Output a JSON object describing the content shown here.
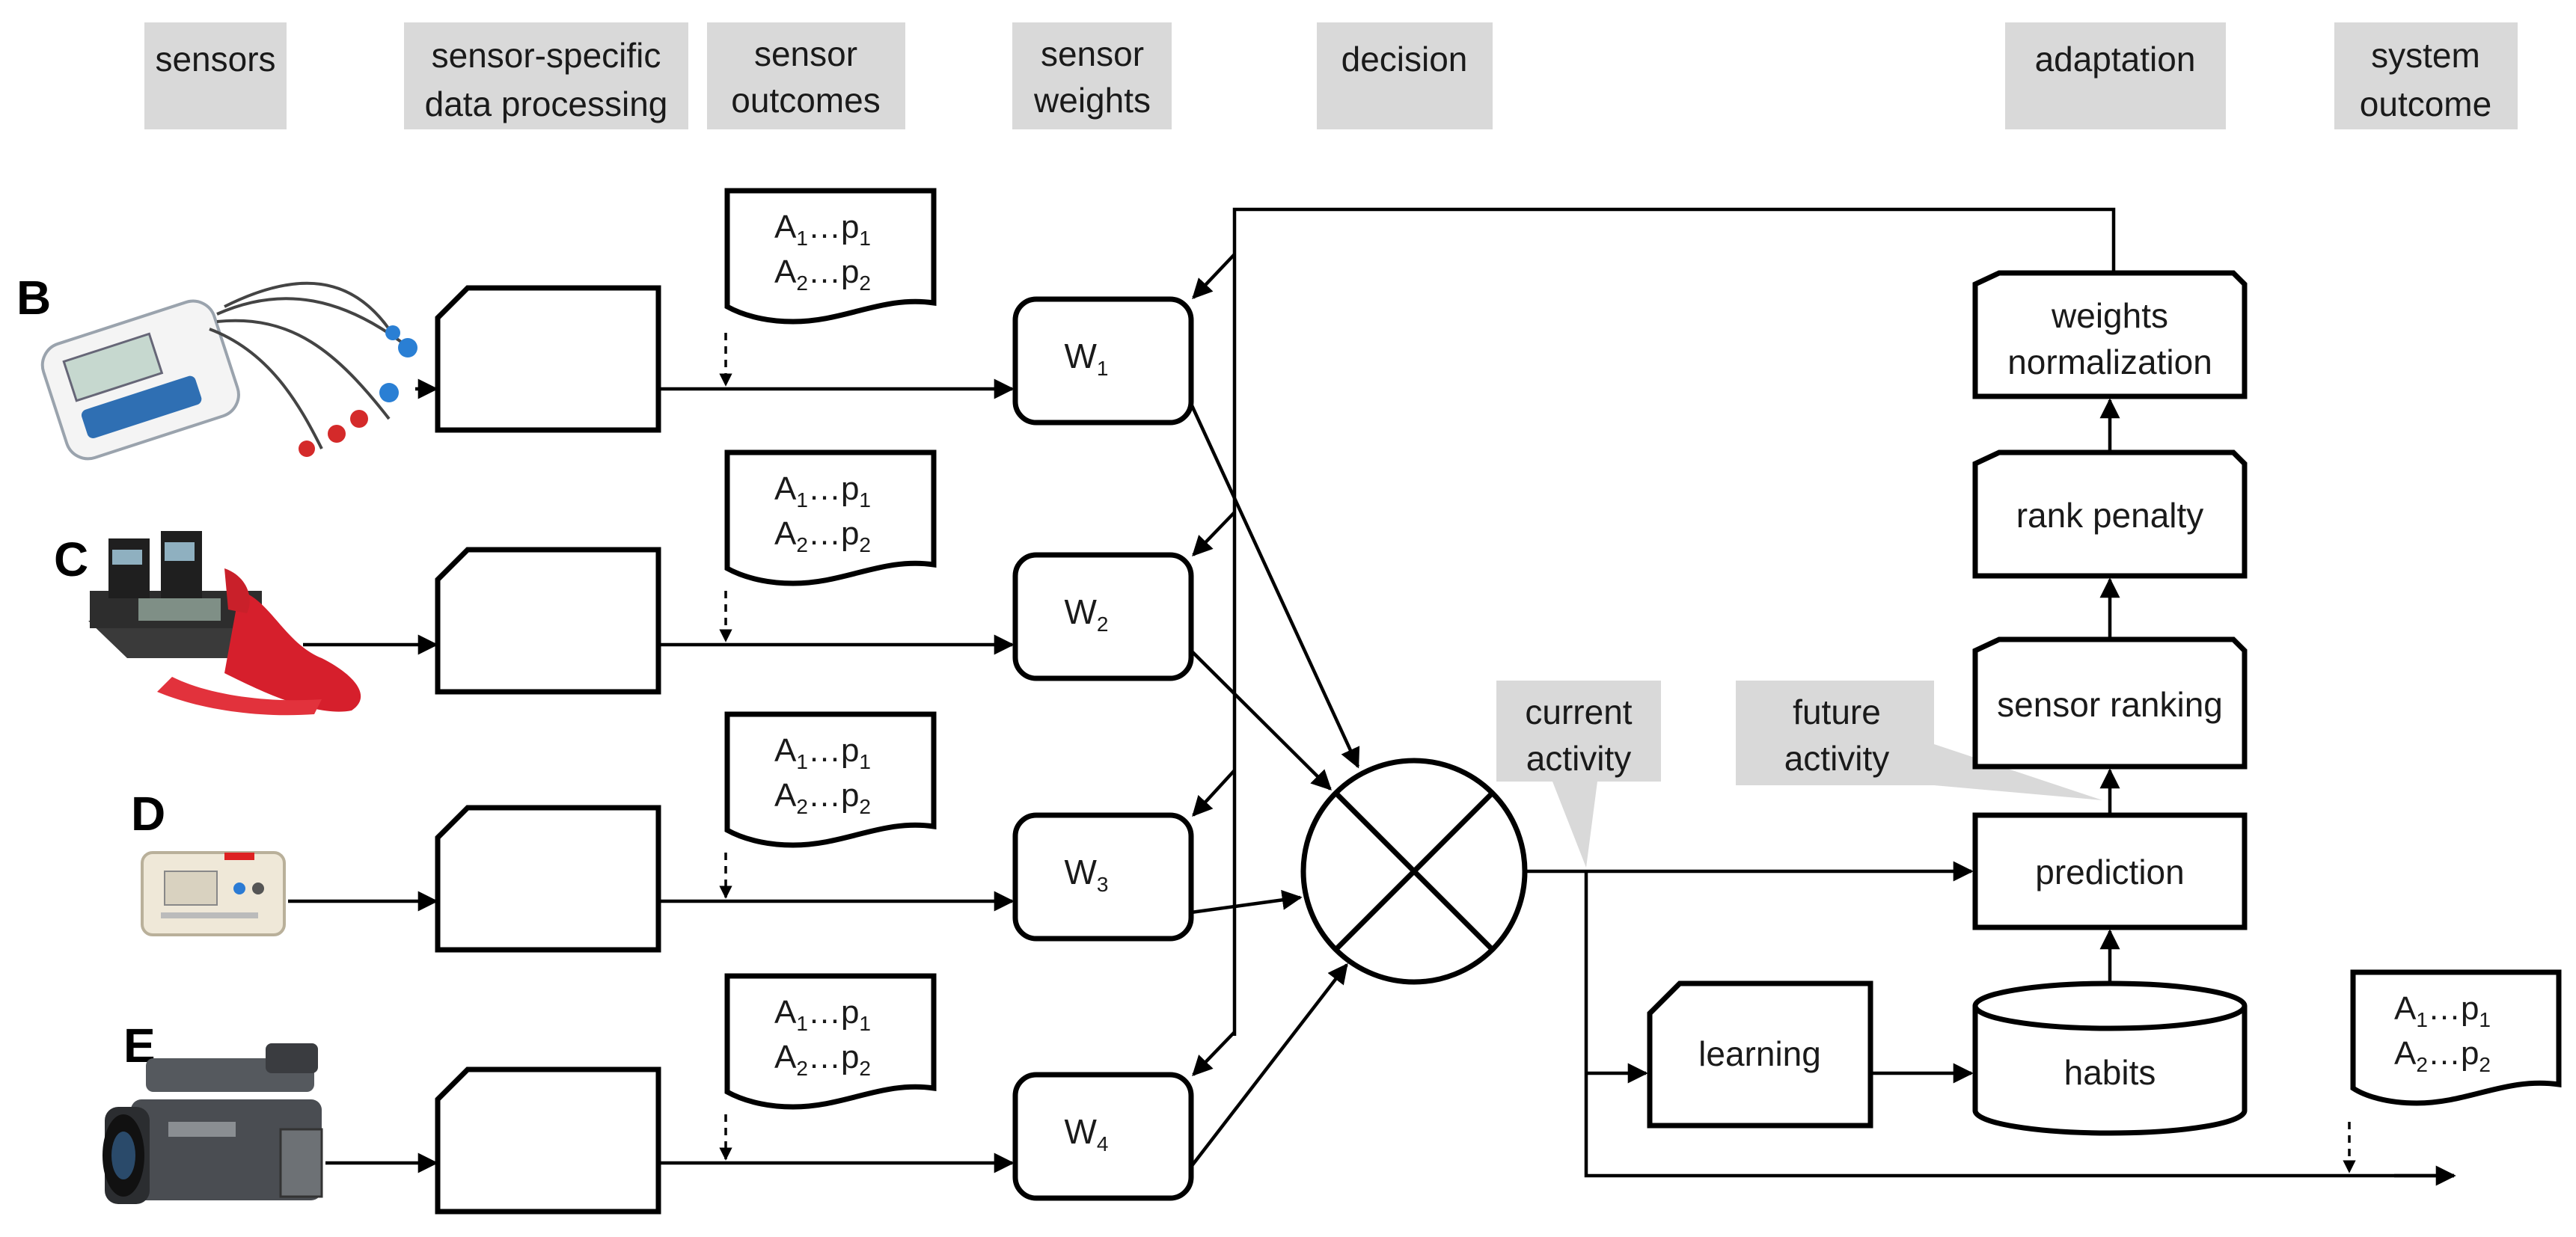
{
  "headers": {
    "sensors": [
      "sensors"
    ],
    "processing": [
      "sensor-specific",
      "data processing"
    ],
    "outcomes": [
      "sensor",
      "outcomes"
    ],
    "weights": [
      "sensor",
      "weights"
    ],
    "decision": [
      "decision"
    ],
    "adaptation": [
      "adaptation"
    ],
    "system_outcome": [
      "system",
      "outcome"
    ]
  },
  "sensors": [
    {
      "letter": "B",
      "icon": "ecg-monitor-icon"
    },
    {
      "letter": "C",
      "icon": "wearable-monitor-icon"
    },
    {
      "letter": "D",
      "icon": "small-sensor-device-icon"
    },
    {
      "letter": "E",
      "icon": "video-camera-icon"
    }
  ],
  "outcome_doc": {
    "line1": {
      "main": "A",
      "sub1": "1",
      "mid": "…p",
      "sub2": "1"
    },
    "line2": {
      "main": "A",
      "sub1": "2",
      "mid": "…p",
      "sub2": "2"
    }
  },
  "weights": [
    {
      "main": "W",
      "sub": "1"
    },
    {
      "main": "W",
      "sub": "2"
    },
    {
      "main": "W",
      "sub": "3"
    },
    {
      "main": "W",
      "sub": "4"
    }
  ],
  "adaptation": {
    "normalization": [
      "weights",
      "normalization"
    ],
    "rank_penalty": "rank penalty",
    "sensor_ranking": "sensor ranking",
    "prediction": "prediction",
    "learning": "learning",
    "habits": "habits"
  },
  "callouts": {
    "current": [
      "current",
      "activity"
    ],
    "future": [
      "future",
      "activity"
    ]
  }
}
